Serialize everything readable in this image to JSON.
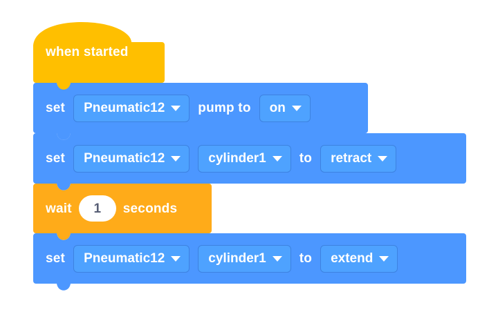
{
  "workspace": {
    "name": "block-programming-canvas",
    "background_color": "#ffffff"
  },
  "palette": {
    "event_block_color": "#ffbf00",
    "control_block_color": "#ffab19",
    "pneumatic_block_color": "#4c97ff",
    "field_color": "#4ea2ff",
    "field_border_color": "#3d82e0",
    "text_color": "#ffffff",
    "number_text_color": "#575e75",
    "number_field_color": "#ffffff"
  },
  "script": {
    "name": "main-stack",
    "blocks": [
      {
        "id": "when-started",
        "type": "hat",
        "category": "event",
        "color": "#ffbf00",
        "label": "when started"
      },
      {
        "id": "set-pump",
        "type": "stack",
        "category": "pneumatic",
        "color": "#4c97ff",
        "label_set": "set",
        "device": "Pneumatic12",
        "label_mid": "pump to",
        "state": "on",
        "caret_icon": "chevron-down-icon"
      },
      {
        "id": "set-cylinder-retract",
        "type": "stack",
        "category": "pneumatic",
        "color": "#4c97ff",
        "label_set": "set",
        "device": "Pneumatic12",
        "cylinder": "cylinder1",
        "label_to": "to",
        "state": "retract",
        "caret_icon": "chevron-down-icon"
      },
      {
        "id": "wait-seconds",
        "type": "stack",
        "category": "control",
        "color": "#ffab19",
        "label_wait": "wait",
        "value": "1",
        "label_units": "seconds"
      },
      {
        "id": "set-cylinder-extend",
        "type": "stack",
        "category": "pneumatic",
        "color": "#4c97ff",
        "label_set": "set",
        "device": "Pneumatic12",
        "cylinder": "cylinder1",
        "label_to": "to",
        "state": "extend",
        "caret_icon": "chevron-down-icon"
      }
    ]
  }
}
